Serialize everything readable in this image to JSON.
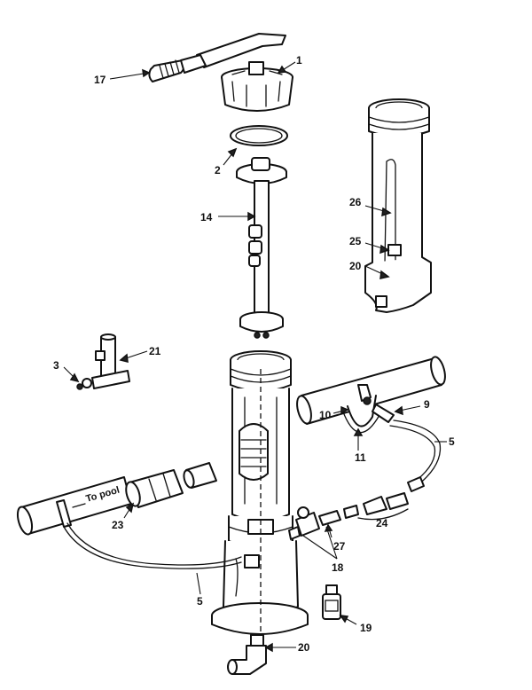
{
  "diagram": {
    "pipe_text": "To pool",
    "bottle_text": "",
    "callouts": {
      "c17": "17",
      "c1": "1",
      "c2": "2",
      "c14": "14",
      "c26": "26",
      "c25": "25",
      "c20a": "20",
      "c21": "21",
      "c3": "3",
      "c9": "9",
      "c10": "10",
      "c11": "11",
      "c5a": "5",
      "c23": "23",
      "c24": "24",
      "c27": "27",
      "c18": "18",
      "c5b": "5",
      "c19": "19",
      "c20b": "20"
    }
  }
}
